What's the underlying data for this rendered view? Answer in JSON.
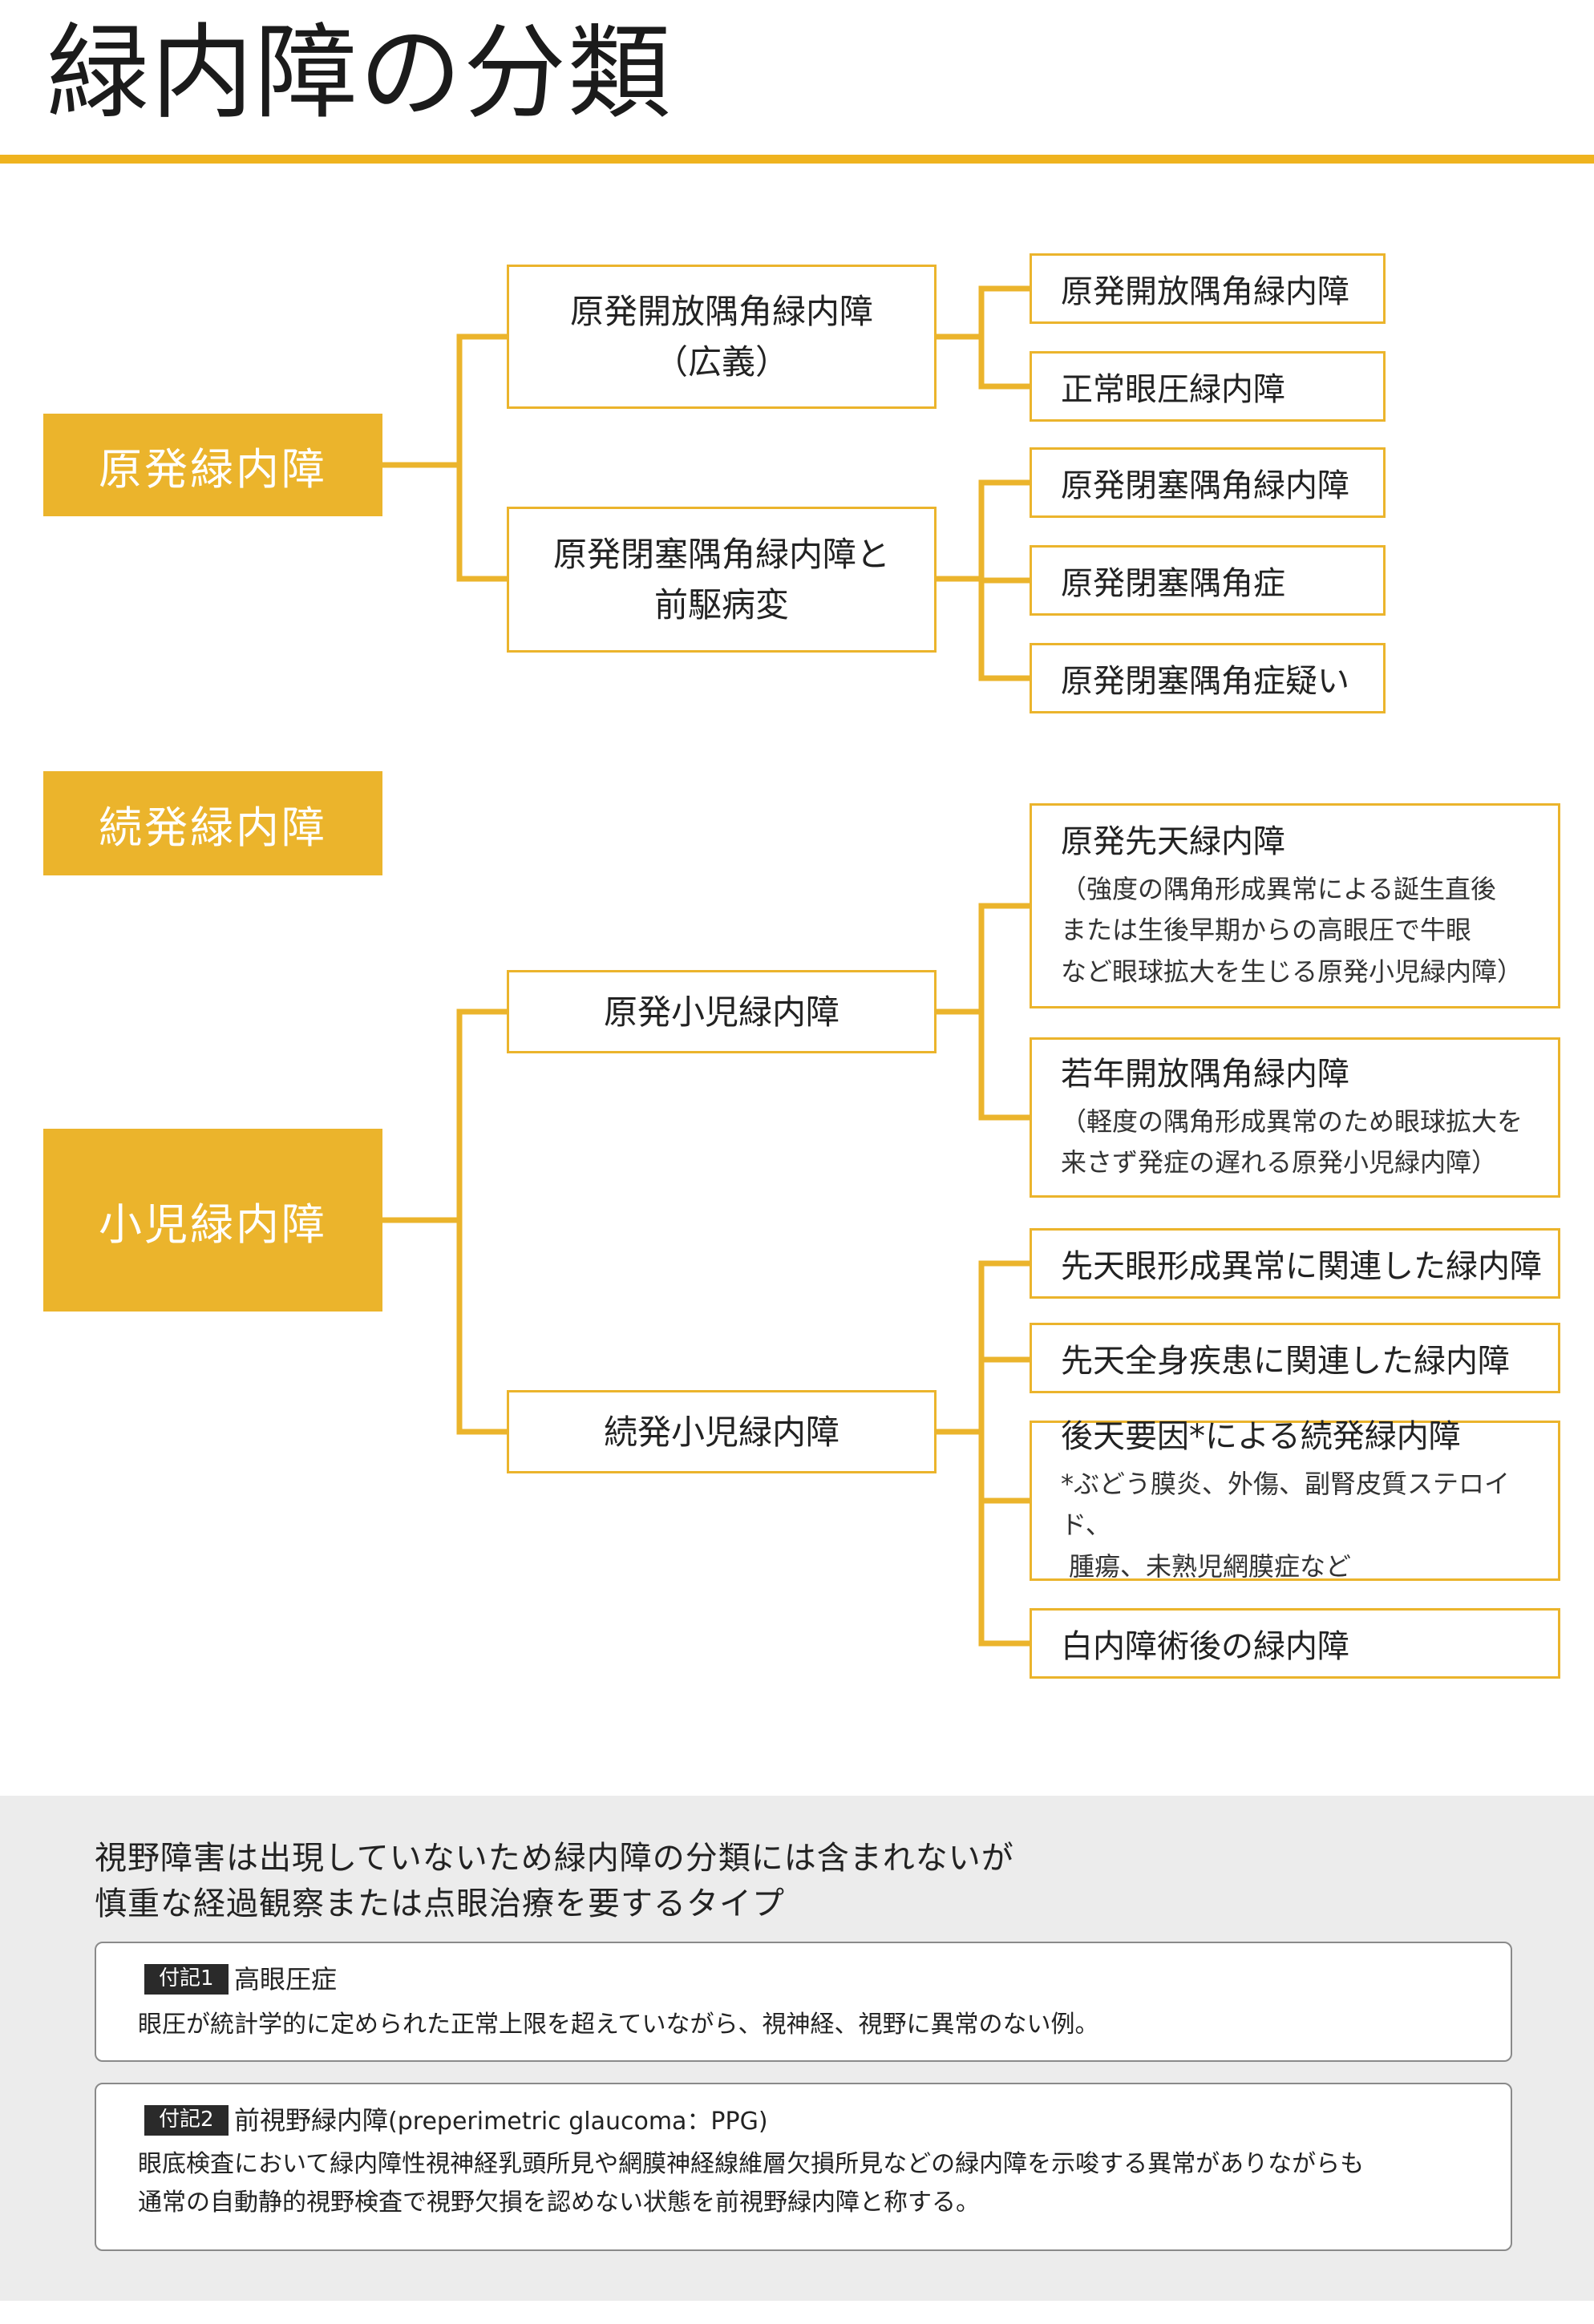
{
  "page_title": "緑内障の分類",
  "colors": {
    "accent": "#ebb42c",
    "rule": "#efb31f",
    "panel": "#ececec"
  },
  "categories": {
    "primary": "原発緑内障",
    "secondary": "続発緑内障",
    "pediatric": "小児緑内障"
  },
  "subs": {
    "poag_broad_l1": "原発開放隅角緑内障",
    "poag_broad_l2": "（広義）",
    "pacg_l1": "原発閉塞隅角緑内障と",
    "pacg_l2": "前駆病変",
    "primary_child": "原発小児緑内障",
    "secondary_child": "続発小児緑内障"
  },
  "leaves": {
    "poag": "原発開放隅角緑内障",
    "ntg": "正常眼圧緑内障",
    "pacg": "原発閉塞隅角緑内障",
    "pac": "原発閉塞隅角症",
    "pacs": "原発閉塞隅角症疑い",
    "congenital": {
      "title": "原発先天緑内障",
      "note1": "（強度の隅角形成異常による誕生直後",
      "note2": "または生後早期からの高眼圧で牛眼",
      "note3": "など眼球拡大を生じる原発小児緑内障）"
    },
    "juvenile": {
      "title": "若年開放隅角緑内障",
      "note1": "（軽度の隅角形成異常のため眼球拡大を",
      "note2": "来さず発症の遅れる原発小児緑内障）"
    },
    "ocular_anomaly": "先天眼形成異常に関連した緑内障",
    "systemic": "先天全身疾患に関連した緑内障",
    "acquired": {
      "title": "後天要因*による続発緑内障",
      "note1": "*ぶどう膜炎、外傷、副腎皮質ステロイド、",
      "note2": "腫瘍、未熟児網膜症など"
    },
    "aphakic": "白内障術後の緑内障"
  },
  "footer": {
    "heading_l1": "視野障害は出現していないため緑内障の分類には含まれないが",
    "heading_l2": "慎重な経過観察または点眼治療を要するタイプ",
    "note1": {
      "tag": "付記1",
      "title": "高眼圧症",
      "body": "眼圧が統計学的に定められた正常上限を超えていながら、視神経、視野に異常のない例。"
    },
    "note2": {
      "tag": "付記2",
      "title": "前視野緑内障",
      "title_en": "(preperimetric glaucoma：PPG)",
      "body1": "眼底検査において緑内障性視神経乳頭所見や網膜神経線維層欠損所見などの緑内障を示唆する異常がありながらも",
      "body2": "通常の自動静的視野検査で視野欠損を認めない状態を前視野緑内障と称する。"
    }
  }
}
